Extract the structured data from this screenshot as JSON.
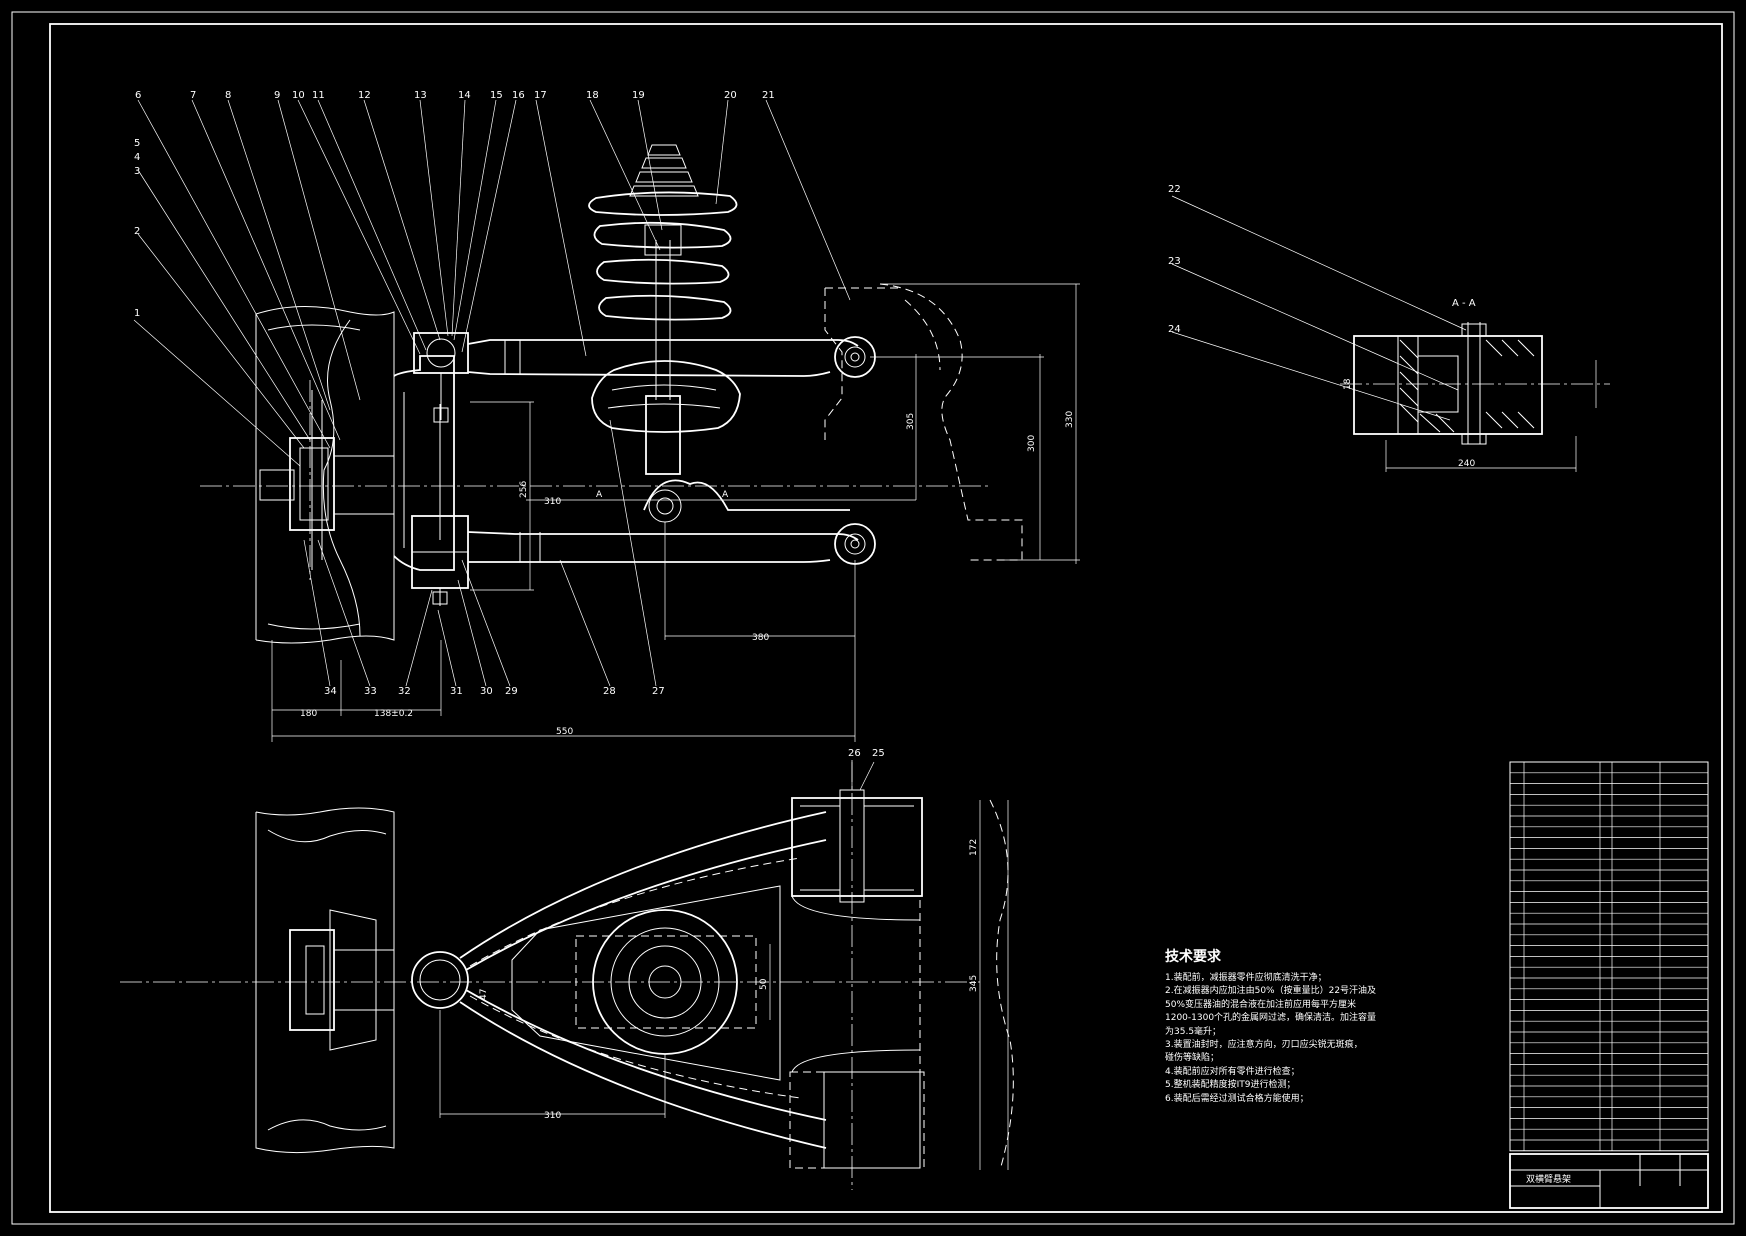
{
  "drawing": {
    "part_labels": [
      "1",
      "2",
      "3",
      "4",
      "5",
      "6",
      "7",
      "8",
      "9",
      "10",
      "11",
      "12",
      "13",
      "14",
      "15",
      "16",
      "17",
      "18",
      "19",
      "20",
      "21",
      "22",
      "23",
      "24",
      "25",
      "26",
      "27",
      "28",
      "29",
      "30",
      "31",
      "32",
      "33",
      "34"
    ],
    "section_label": "A - A",
    "section_mark": "A",
    "dimensions": {
      "front_180": "180",
      "front_138": "138±0.2",
      "front_550": "550",
      "front_310": "310",
      "front_330": "330",
      "front_300": "300",
      "front_305": "305",
      "front_380": "380",
      "front_256": "256",
      "top_310": "310",
      "top_345": "345",
      "top_172": "172",
      "top_50": "50",
      "top_47": "47",
      "section_240": "240",
      "section_18": "18"
    }
  },
  "tech": {
    "title": "技术要求",
    "lines": [
      "1.装配前，减振器零件应彻底清洗干净；",
      "2.在减振器内应加注由50%（按重量比）22号汗油及",
      "50%变压器油的混合液在加注前应用每平方厘米",
      "1200-1300个孔的金属网过滤，确保清洁。加注容量",
      "为35.5毫升；",
      "3.装置油封时，应注意方向，刃口应尖锐无斑痕，",
      "碰伤等缺陷；",
      "4.装配前应对所有零件进行检查；",
      "5.整机装配精度按IT9进行检测；",
      "6.装配后需经过测试合格方能使用；"
    ]
  },
  "title_block": {
    "drawing_title": "双横臂悬架"
  }
}
